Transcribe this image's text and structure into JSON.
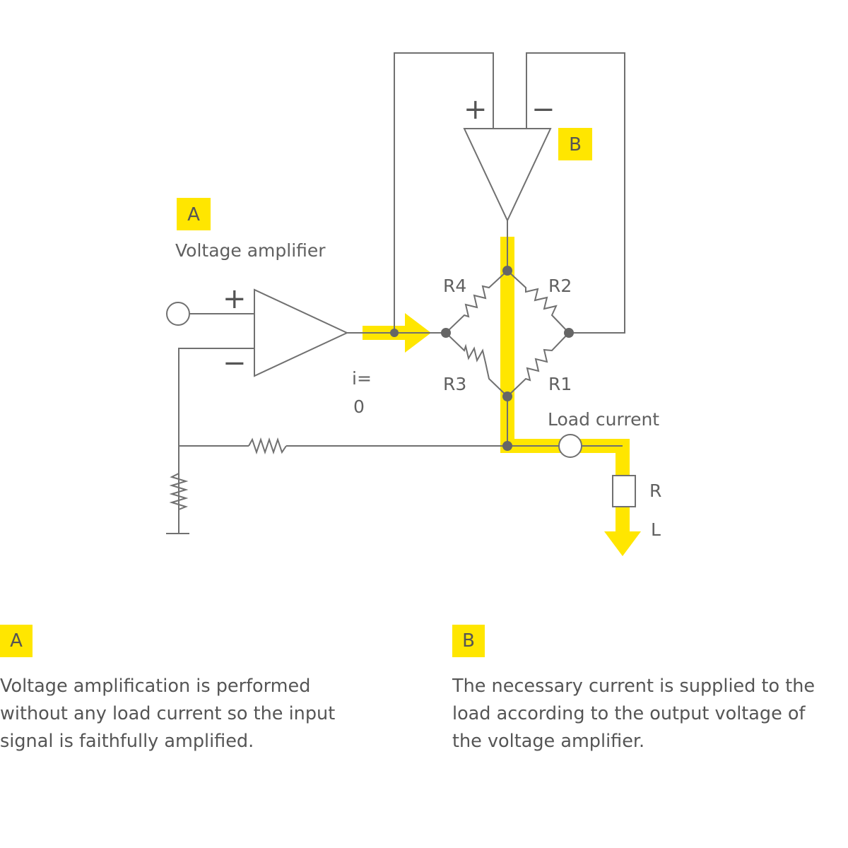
{
  "diagram": {
    "badge_a": "A",
    "badge_b": "B",
    "voltage_amplifier_label": "Voltage amplifier",
    "plus_sign": "+",
    "minus_sign": "−",
    "r4": "R4",
    "r2": "R2",
    "r3": "R3",
    "r1": "R1",
    "i_label": "i=",
    "i_value": "0",
    "load_current_label": "Load current",
    "rl_r": "R",
    "rl_l": "L"
  },
  "captions": {
    "a": {
      "badge": "A",
      "text": "Voltage amplification is performed without any load current so the input signal is faithfully amplified."
    },
    "b": {
      "badge": "B",
      "text": "The necessary current is supplied to the load according to the output voltage of the voltage amplifier."
    }
  },
  "colors": {
    "highlight": "#ffe600",
    "wire": "#707070",
    "text": "#555555"
  }
}
